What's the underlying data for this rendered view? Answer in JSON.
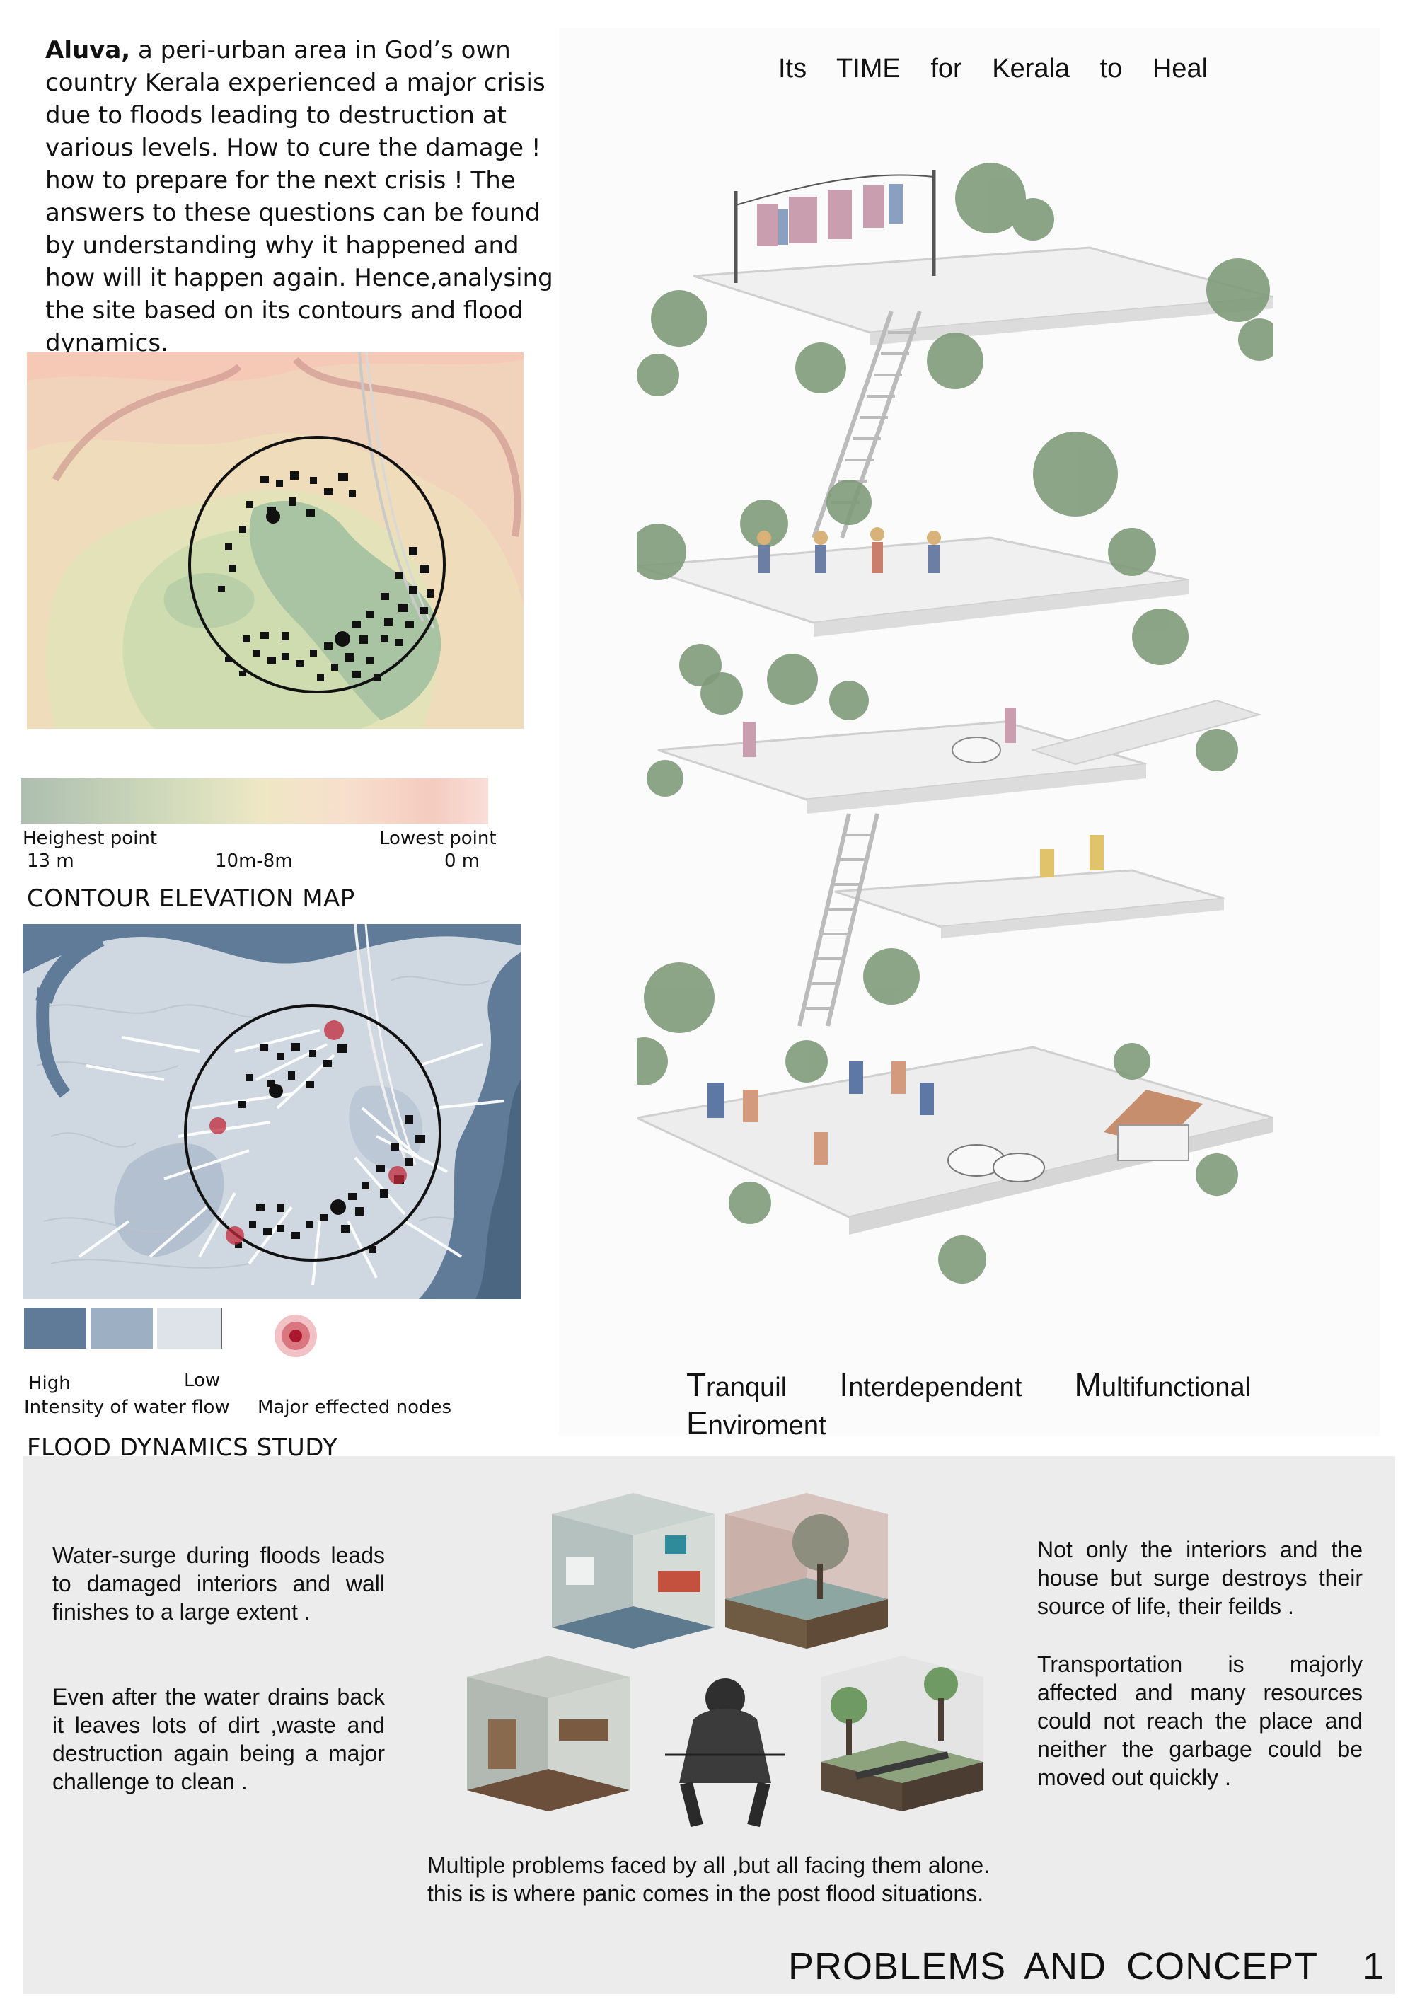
{
  "intro": {
    "lead": "Aluva,",
    "text": " a peri-urban area in God’s own country Kerala experienced a major crisis due to floods leading to destruction at various levels. How to cure the damage ! how to prepare for the next crisis ! The answers to these questions can be found by understanding why it happened and how will it happen again. Hence,analysing the site based on its contours and flood dynamics."
  },
  "contour_legend": {
    "highest_label": "Heighest point",
    "highest_value": "13 m",
    "middle_value": "10m-8m",
    "lowest_label": "Lowest point",
    "lowest_value": "0 m"
  },
  "contour_title": "CONTOUR ELEVATION MAP",
  "flood_legend": {
    "high": "High",
    "low": "Low",
    "intensity": "Intensity of water flow",
    "nodes": "Major effected nodes",
    "colors": [
      "#5f7b97",
      "#9db0c3",
      "#dde3e9"
    ]
  },
  "flood_title": "FLOOD DYNAMICS STUDY",
  "right": {
    "headline": "Its TIME for Kerala to Heal",
    "tagline": [
      {
        "cap": "T",
        "rest": "ranquil"
      },
      {
        "cap": "I",
        "rest": "nterdependent"
      },
      {
        "cap": "M",
        "rest": "ultifunctional"
      },
      {
        "cap": "E",
        "rest": "nviroment"
      }
    ]
  },
  "bottom": {
    "left_p1": "Water-surge during floods leads to damaged interiors and wall finishes to a large extent .",
    "left_p2": "Even after the water drains back it leaves lots of dirt ,waste and destruction again being a major challenge to clean .",
    "right_p1": "Not only the interiors and the house but surge destroys their source of life, their feilds .",
    "right_p2": "Transportation is majorly affected and many resources could not reach the place and neither the garbage could be moved out quickly .",
    "caption_1": "Multiple problems faced by all ,but all facing them alone.",
    "caption_2": "this is is where panic comes in the post flood situations.",
    "footer": "PROBLEMS AND CONCEPT",
    "page_number": "1"
  }
}
